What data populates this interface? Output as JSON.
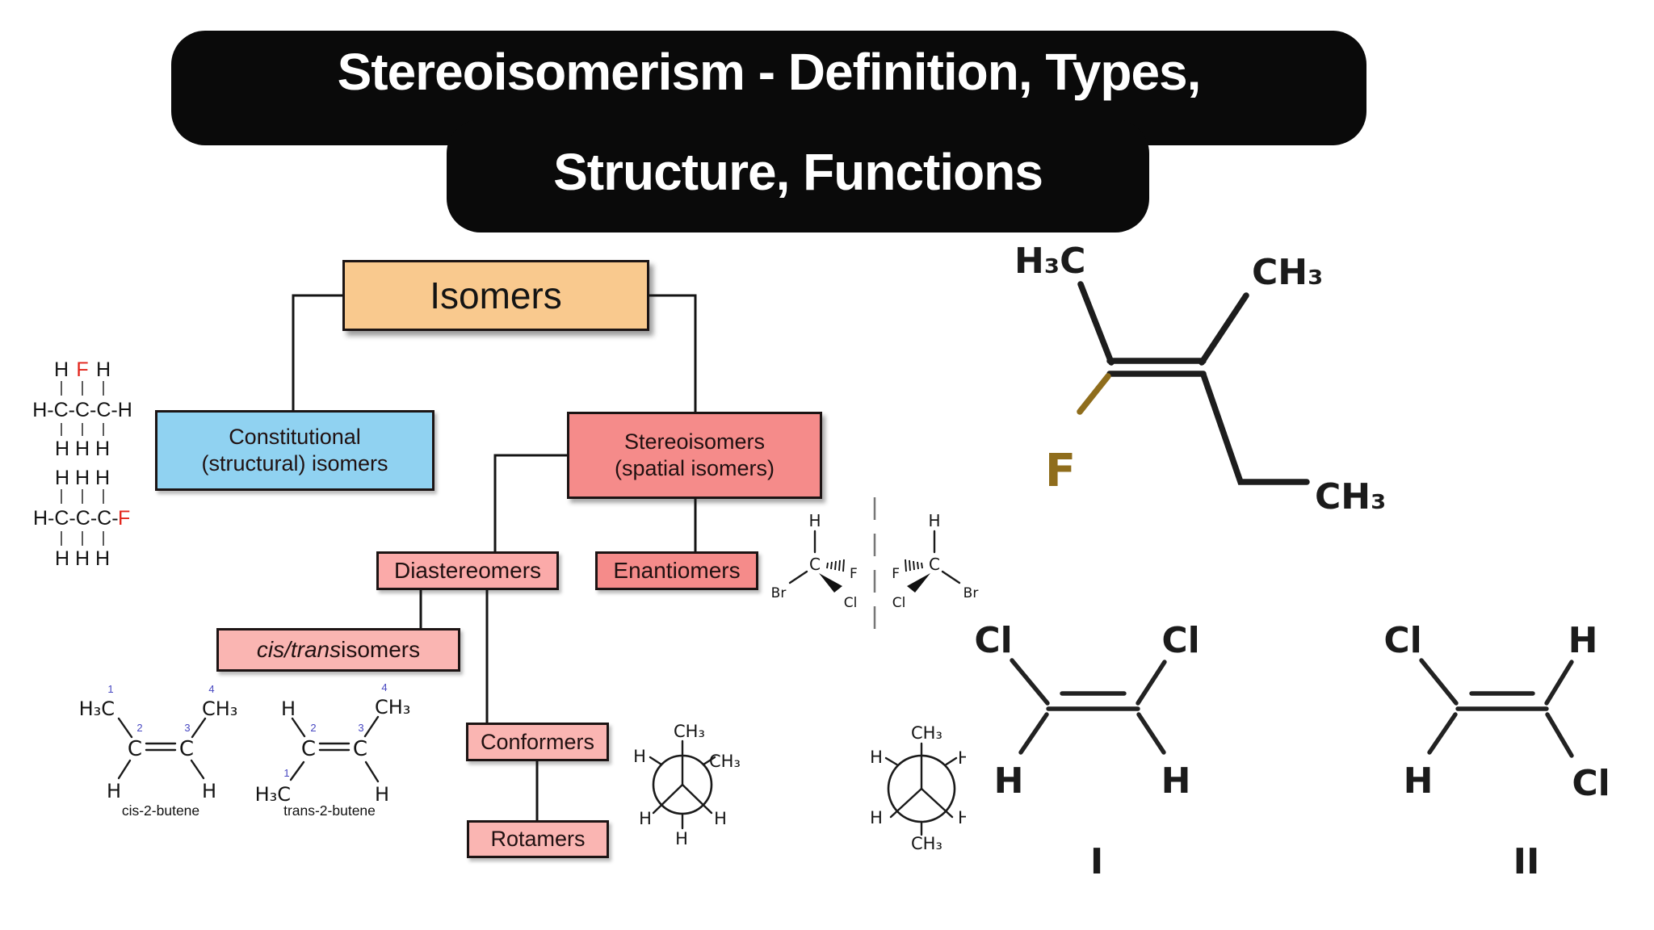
{
  "title": {
    "line1": "Stereoisomerism - Definition, Types,",
    "line2": "Structure, Functions"
  },
  "flow": {
    "isomers": "Isomers",
    "constitutional_line1": "Constitutional",
    "constitutional_line2": "(structural) isomers",
    "stereo_line1": "Stereoisomers",
    "stereo_line2": "(spatial isomers)",
    "diastereomers": "Diastereomers",
    "enantiomers": "Enantiomers",
    "cistrans_italic": "cis/trans",
    "cistrans_rest": " isomers",
    "conformers": "Conformers",
    "rotamers": "Rotamers"
  },
  "formulaA": {
    "top_h_left": "H",
    "top_f": "F",
    "top_h_right": "H",
    "backbone": "H-C-C-C-H",
    "bottom": "H H H"
  },
  "formulaB": {
    "top": "H H H",
    "backbone_black": "H-C-C-C-",
    "backbone_red": "F",
    "bottom": "H H H"
  },
  "atoms": {
    "H": "H",
    "C": "C",
    "F": "F",
    "Cl": "Cl",
    "Br": "Br",
    "CH3": "CH₃",
    "H3C": "H₃C"
  },
  "nums": {
    "n1": "1",
    "n2": "2",
    "n3": "3",
    "n4": "4"
  },
  "captions": {
    "cis_butene": "cis-2-butene",
    "trans_butene": "trans-2-butene",
    "structure_I": "I",
    "structure_II": "II"
  },
  "colors": {
    "c_isomers": "#f9c98e",
    "c_blue": "#90d2f1",
    "c_stereo": "#f58b8a",
    "c_dia": "#fbaaa9",
    "c_pink": "#fab5b2",
    "c_fred": "#e2231a",
    "c_fgold": "#8f6d1c",
    "c_num": "#4747c1"
  }
}
